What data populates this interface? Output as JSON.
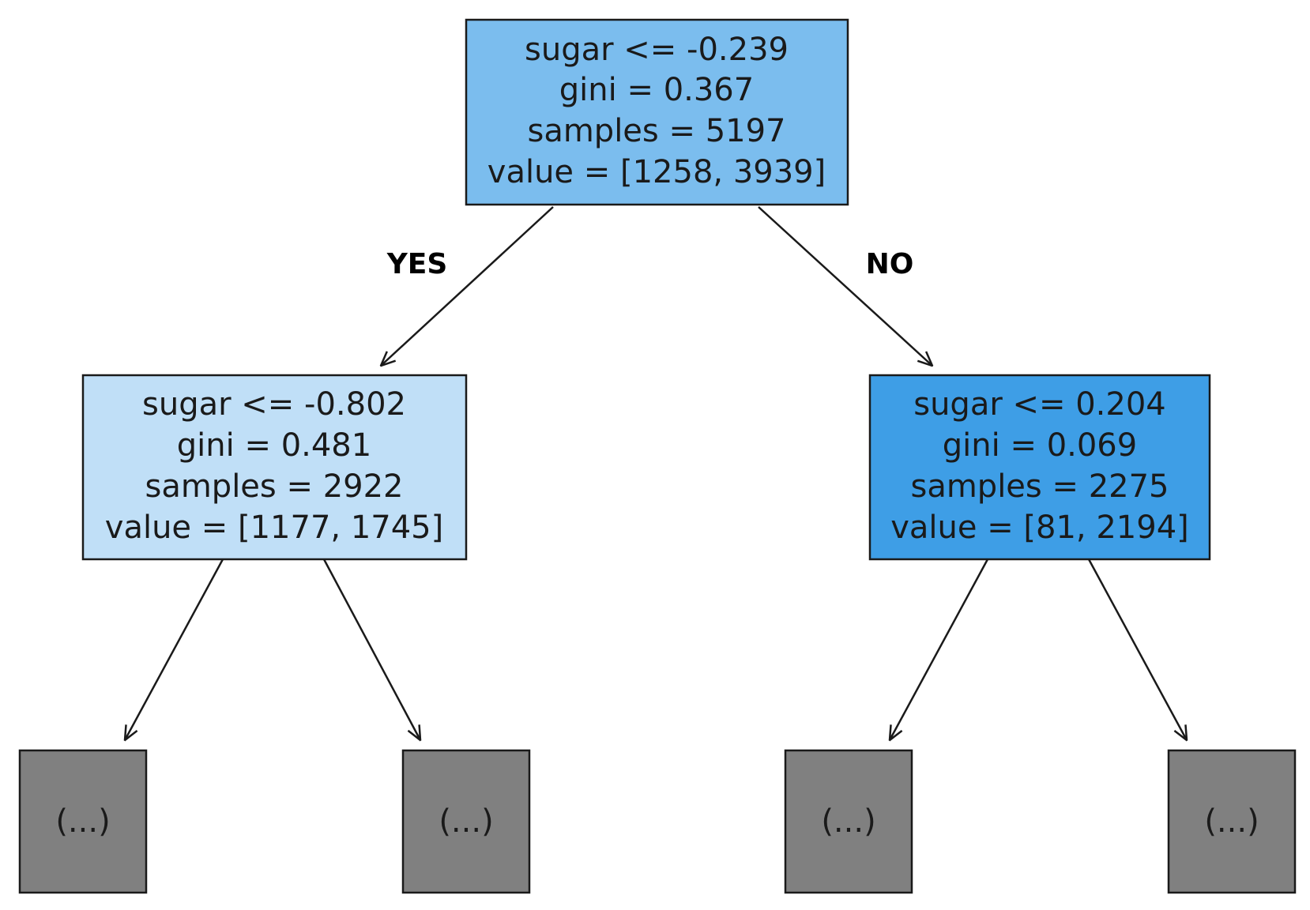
{
  "tree": {
    "root": {
      "lines": [
        "sugar <= -0.239",
        "gini = 0.367",
        "samples = 5197",
        "value = [1258, 3939]"
      ],
      "fill": "#7bbdee"
    },
    "left": {
      "lines": [
        "sugar <= -0.802",
        "gini = 0.481",
        "samples = 2922",
        "value = [1177, 1745]"
      ],
      "fill": "#c0dff7"
    },
    "right": {
      "lines": [
        "sugar <= 0.204",
        "gini = 0.069",
        "samples = 2275",
        "value = [81, 2194]"
      ],
      "fill": "#3e9ee6"
    },
    "truncated": {
      "label": "(...)",
      "fill": "#808080"
    },
    "edge_labels": {
      "yes": "YES",
      "no": "NO"
    }
  }
}
